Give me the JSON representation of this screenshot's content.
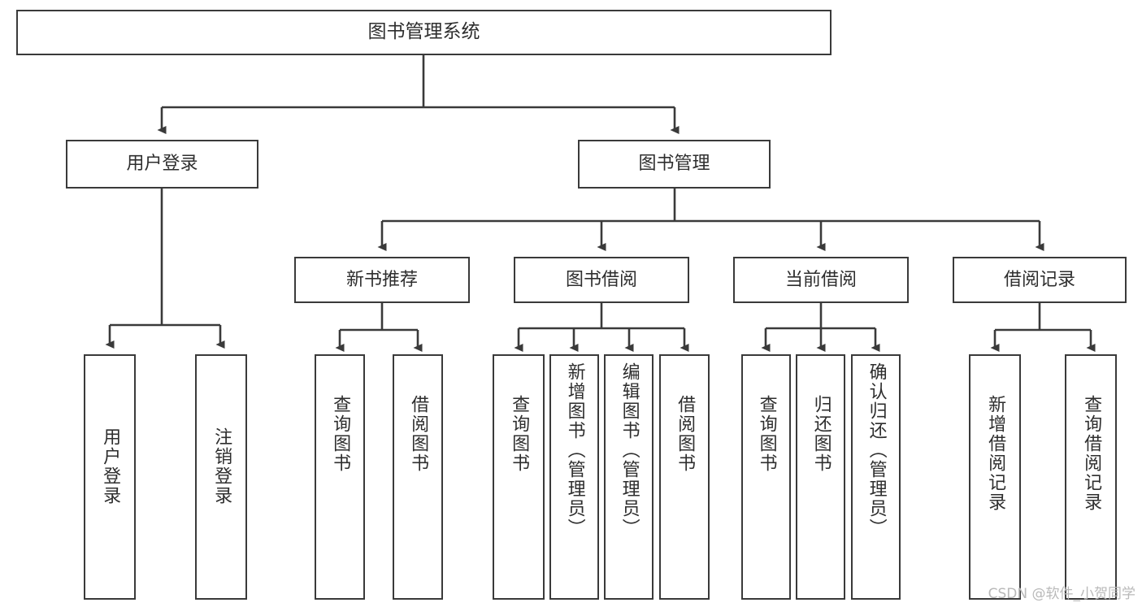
{
  "diagram": {
    "type": "tree",
    "title": "图书管理系统",
    "root": {
      "label": "图书管理系统"
    },
    "level1": [
      {
        "label": "用户登录"
      },
      {
        "label": "图书管理"
      }
    ],
    "level2": [
      {
        "label": "新书推荐"
      },
      {
        "label": "图书借阅"
      },
      {
        "label": "当前借阅"
      },
      {
        "label": "借阅记录"
      }
    ],
    "leaves": {
      "user_login": [
        {
          "label": "用户登录"
        },
        {
          "label": "注销登录"
        }
      ],
      "new_book_recommend": [
        {
          "label": "查询图书"
        },
        {
          "label": "借阅图书"
        }
      ],
      "book_borrow": [
        {
          "label": "查询图书"
        },
        {
          "label": "新增图书（管理员）"
        },
        {
          "label": "编辑图书（管理员）"
        },
        {
          "label": "借阅图书"
        }
      ],
      "current_borrow": [
        {
          "label": "查询图书"
        },
        {
          "label": "归还图书"
        },
        {
          "label": "确认归还（管理员）"
        }
      ],
      "borrow_record": [
        {
          "label": "新增借阅记录"
        },
        {
          "label": "查询借阅记录"
        }
      ]
    }
  },
  "watermark": {
    "text": "CSDN @软件_小贺同学"
  },
  "colors": {
    "stroke": "#3a3a3a",
    "background": "#ffffff",
    "text": "#2e2e2e",
    "watermark": "#b9b9b9"
  }
}
